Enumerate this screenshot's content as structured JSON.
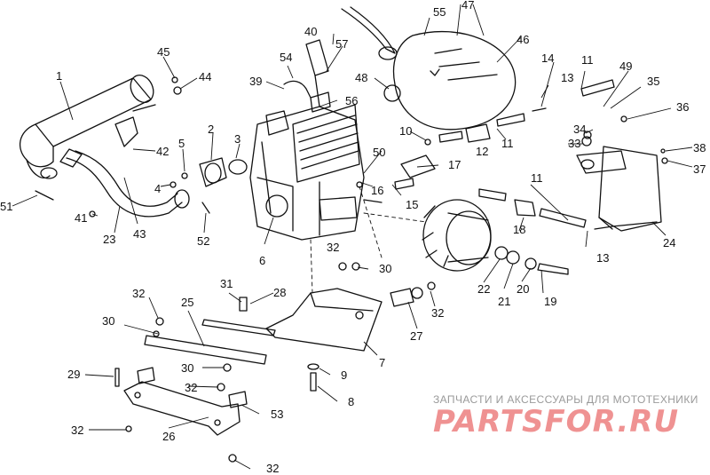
{
  "callouts": [
    "1",
    "2",
    "3",
    "4",
    "5",
    "6",
    "7",
    "8",
    "9",
    "10",
    "11",
    "11",
    "11",
    "11",
    "12",
    "13",
    "13",
    "14",
    "15",
    "16",
    "17",
    "18",
    "19",
    "20",
    "21",
    "22",
    "23",
    "24",
    "25",
    "26",
    "27",
    "28",
    "29",
    "30",
    "30",
    "30",
    "31",
    "32",
    "32",
    "32",
    "32",
    "32",
    "32",
    "33",
    "34",
    "35",
    "36",
    "37",
    "38",
    "39",
    "40",
    "41",
    "42",
    "43",
    "44",
    "45",
    "46",
    "47",
    "48",
    "49",
    "50",
    "51",
    "52",
    "53",
    "54",
    "55",
    "56",
    "57"
  ],
  "watermark": {
    "tagline": "ЗАПЧАСТИ И АКСЕССУАРЫ ДЛЯ МОТОТЕХНИКИ",
    "logo": "PARTSFOR.RU"
  },
  "colors": {
    "line": "#111111",
    "watermark_text": "#9a9a9a",
    "watermark_logo": "#e33a3a"
  }
}
